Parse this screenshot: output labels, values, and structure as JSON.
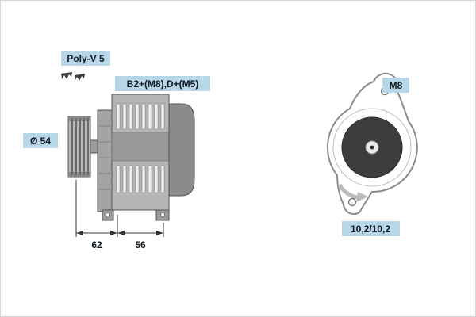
{
  "diagram": {
    "type": "alternator-technical-drawing",
    "labels": {
      "belt_type": "Poly-V 5",
      "terminals": "B2+(M8),D+(M5)",
      "pulley_diameter": "Ø 54",
      "thread": "M8",
      "hole_diameters": "10,2/10,2"
    },
    "dimensions": {
      "dim_pulley_to_mount": "62",
      "dim_mount_width": "56"
    },
    "icons": {
      "belt_profile": "belt-profile-icon",
      "rotation_arrow": "rotation-arrow-icon"
    },
    "colors": {
      "label_background": "#b7d6e8",
      "label_text": "#101820",
      "body_gray": "#b5b5b5",
      "stator_gray": "#9a9a9a",
      "rear_gray": "#8b8b8b",
      "dark_disc": "#3d3d3d",
      "outline": "#555555",
      "rotation_arrow_gray": "#bcbcbc"
    }
  }
}
